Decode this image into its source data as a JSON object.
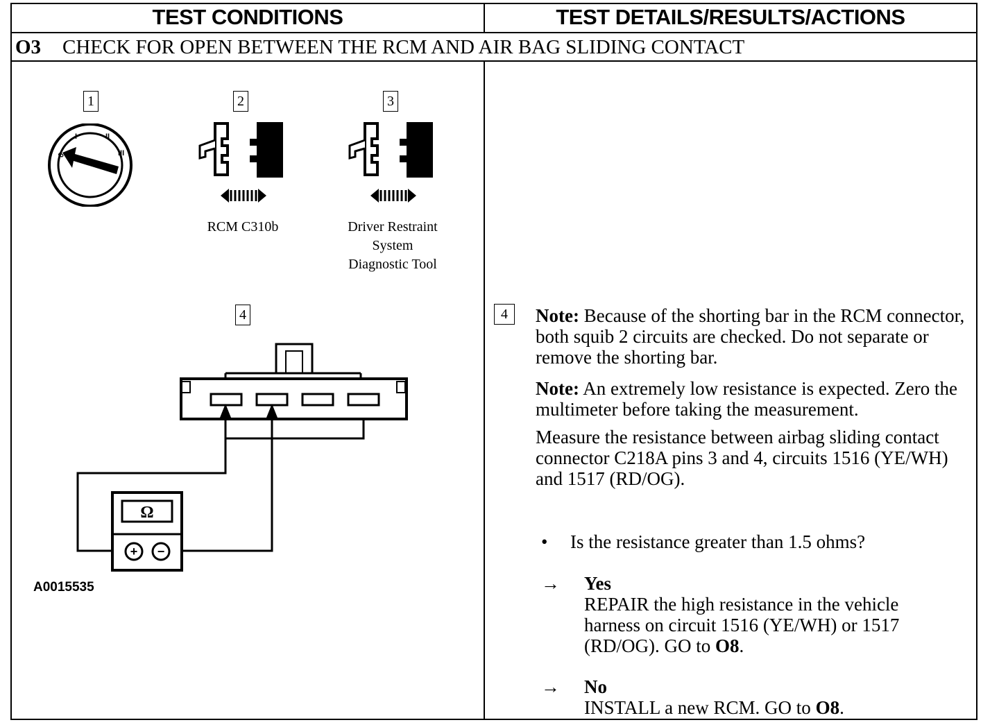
{
  "header": {
    "left_title": "TEST CONDITIONS",
    "right_title": "TEST DETAILS/RESULTS/ACTIONS"
  },
  "section": {
    "code": "O3",
    "title": "CHECK FOR OPEN BETWEEN THE RCM AND AIR BAG SLIDING CONTACT"
  },
  "figure": {
    "steps": [
      {
        "num": "1",
        "caption": "",
        "icon": "ignition-key-icon"
      },
      {
        "num": "2",
        "caption": "RCM C310b",
        "icon": "connector-disconnect-icon"
      },
      {
        "num": "3",
        "caption": "Driver Restraint System Diagnostic Tool",
        "icon": "connector-disconnect-icon"
      },
      {
        "num": "4",
        "caption": "",
        "icon": "multimeter-connector-icon"
      }
    ],
    "caption3_lines": [
      "Driver Restraint",
      "System",
      "Diagnostic Tool"
    ],
    "ohm_symbol": "Ω",
    "plus": "+",
    "minus": "−",
    "figure_id": "A0015535"
  },
  "details": {
    "step_num": "4",
    "note1_label": "Note:",
    "note1_text": " Because of the shorting bar in the RCM connector, both squib 2 circuits are checked. Do not separate or remove the shorting bar.",
    "note2_label": "Note:",
    "note2_text": " An extremely low resistance is expected. Zero the multimeter before taking the measurement.",
    "measure_text": "Measure the resistance between airbag sliding contact connector C218A pins 3 and 4, circuits 1516 (YE/WH) and 1517 (RD/OG).",
    "bullet": "•",
    "question": "Is the resistance greater than 1.5 ohms?",
    "arrow": "→",
    "yes_label": "Yes",
    "yes_text": "REPAIR the high resistance in the vehicle harness on circuit 1516 (YE/WH) or 1517 (RD/OG). GO to ",
    "yes_goto": "O8",
    "yes_end": ".",
    "no_label": "No",
    "no_text": "INSTALL a new RCM. GO to ",
    "no_goto": "O8",
    "no_end": "."
  }
}
